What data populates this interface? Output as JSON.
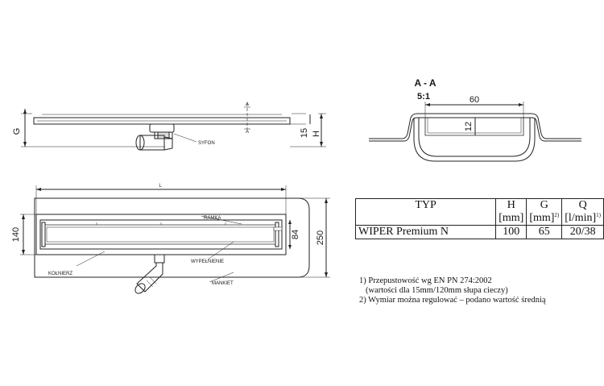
{
  "side_view": {
    "dim_g": "G",
    "dim_h": "H",
    "dim_15": "15",
    "section_mark_a": "A",
    "label_syfon": "SYFON"
  },
  "plan_view": {
    "dim_l": "L",
    "dim_140": "140",
    "dim_84": "84",
    "dim_250": "250",
    "label_ramka": "RAMKA",
    "label_kolnierz": "KOŁNIERZ",
    "label_wypelnienie": "WYPEŁNIENIE",
    "label_mankiet": "MANKIET"
  },
  "section": {
    "title": "A - A",
    "scale": "5:1",
    "dim_60": "60",
    "dim_12": "12"
  },
  "table": {
    "headers": [
      "TYP",
      "H",
      "G",
      "Q"
    ],
    "units": [
      "[mm]",
      "[mm]",
      "[l/min]"
    ],
    "unit_sups": [
      "2)",
      "1)"
    ],
    "rows": [
      {
        "typ": "WIPER Premium N",
        "h": "100",
        "g": "65",
        "q": "20/38"
      }
    ]
  },
  "notes": [
    "1) Przepustowość wg EN PN 274:2002",
    "(wartości dla 15mm/120mm słupa cieczy)",
    "2) Wymiar można regulować – podano wartość średnią"
  ]
}
